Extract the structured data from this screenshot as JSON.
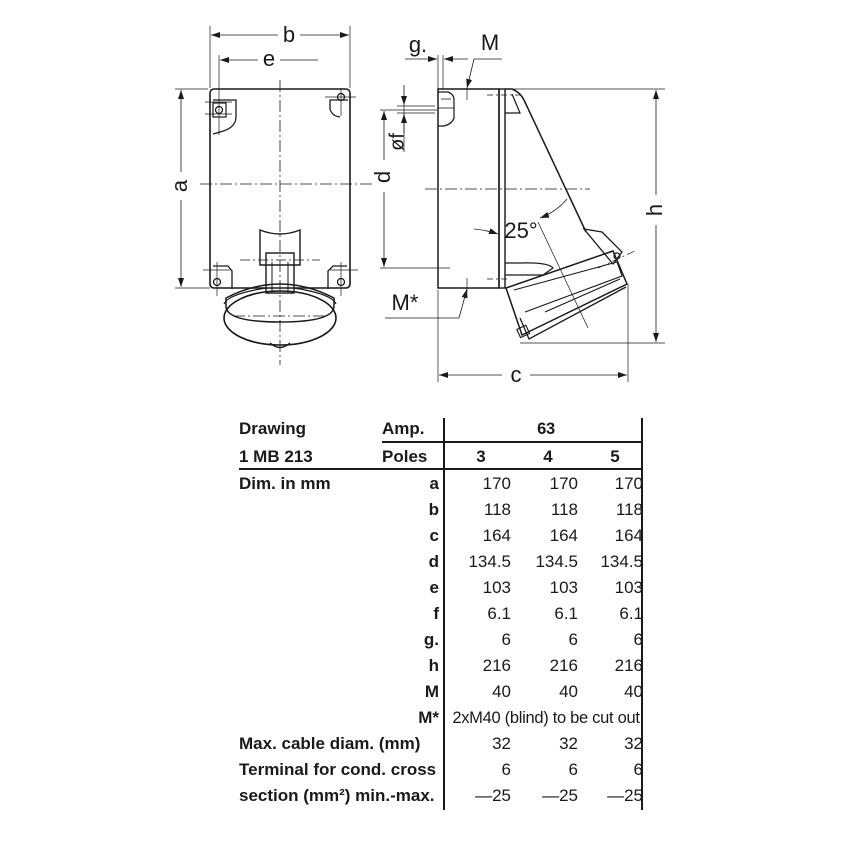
{
  "drawing": {
    "front_view": {
      "dim_labels": {
        "b": "b",
        "e": "e",
        "a": "a"
      }
    },
    "side_view": {
      "dim_labels": {
        "g": "g.",
        "M": "M",
        "f": "øf",
        "d": "d",
        "angle": "25°",
        "M_star": "M*",
        "h": "h",
        "c": "c"
      }
    }
  },
  "table": {
    "header": {
      "drawing_label": "Drawing",
      "drawing_number": "1 MB 213",
      "amp_label": "Amp.",
      "amp_value": "63",
      "poles_label": "Poles",
      "poles": [
        "3",
        "4",
        "5"
      ]
    },
    "section_label": "Dim. in mm",
    "rows": [
      {
        "key": "a",
        "values": [
          "170",
          "170",
          "170"
        ]
      },
      {
        "key": "b",
        "values": [
          "118",
          "118",
          "118"
        ]
      },
      {
        "key": "c",
        "values": [
          "164",
          "164",
          "164"
        ]
      },
      {
        "key": "d",
        "values": [
          "134.5",
          "134.5",
          "134.5"
        ]
      },
      {
        "key": "e",
        "values": [
          "103",
          "103",
          "103"
        ]
      },
      {
        "key": "f",
        "values": [
          "6.1",
          "6.1",
          "6.1"
        ]
      },
      {
        "key": "g.",
        "values": [
          "6",
          "6",
          "6"
        ]
      },
      {
        "key": "h",
        "values": [
          "216",
          "216",
          "216"
        ]
      },
      {
        "key": "M",
        "values": [
          "40",
          "40",
          "40"
        ]
      },
      {
        "key": "M*",
        "span_value": "2xM40 (blind) to be cut out"
      }
    ],
    "cable": {
      "label": "Max. cable diam. (mm)",
      "values": [
        "32",
        "32",
        "32"
      ]
    },
    "terminal": {
      "label_line1": "Terminal for cond. cross",
      "label_line2": "section (mm²) min.-max.",
      "min_values": [
        "6",
        "6",
        "6"
      ],
      "max_values": [
        "—25",
        "—25",
        "—25"
      ]
    }
  }
}
